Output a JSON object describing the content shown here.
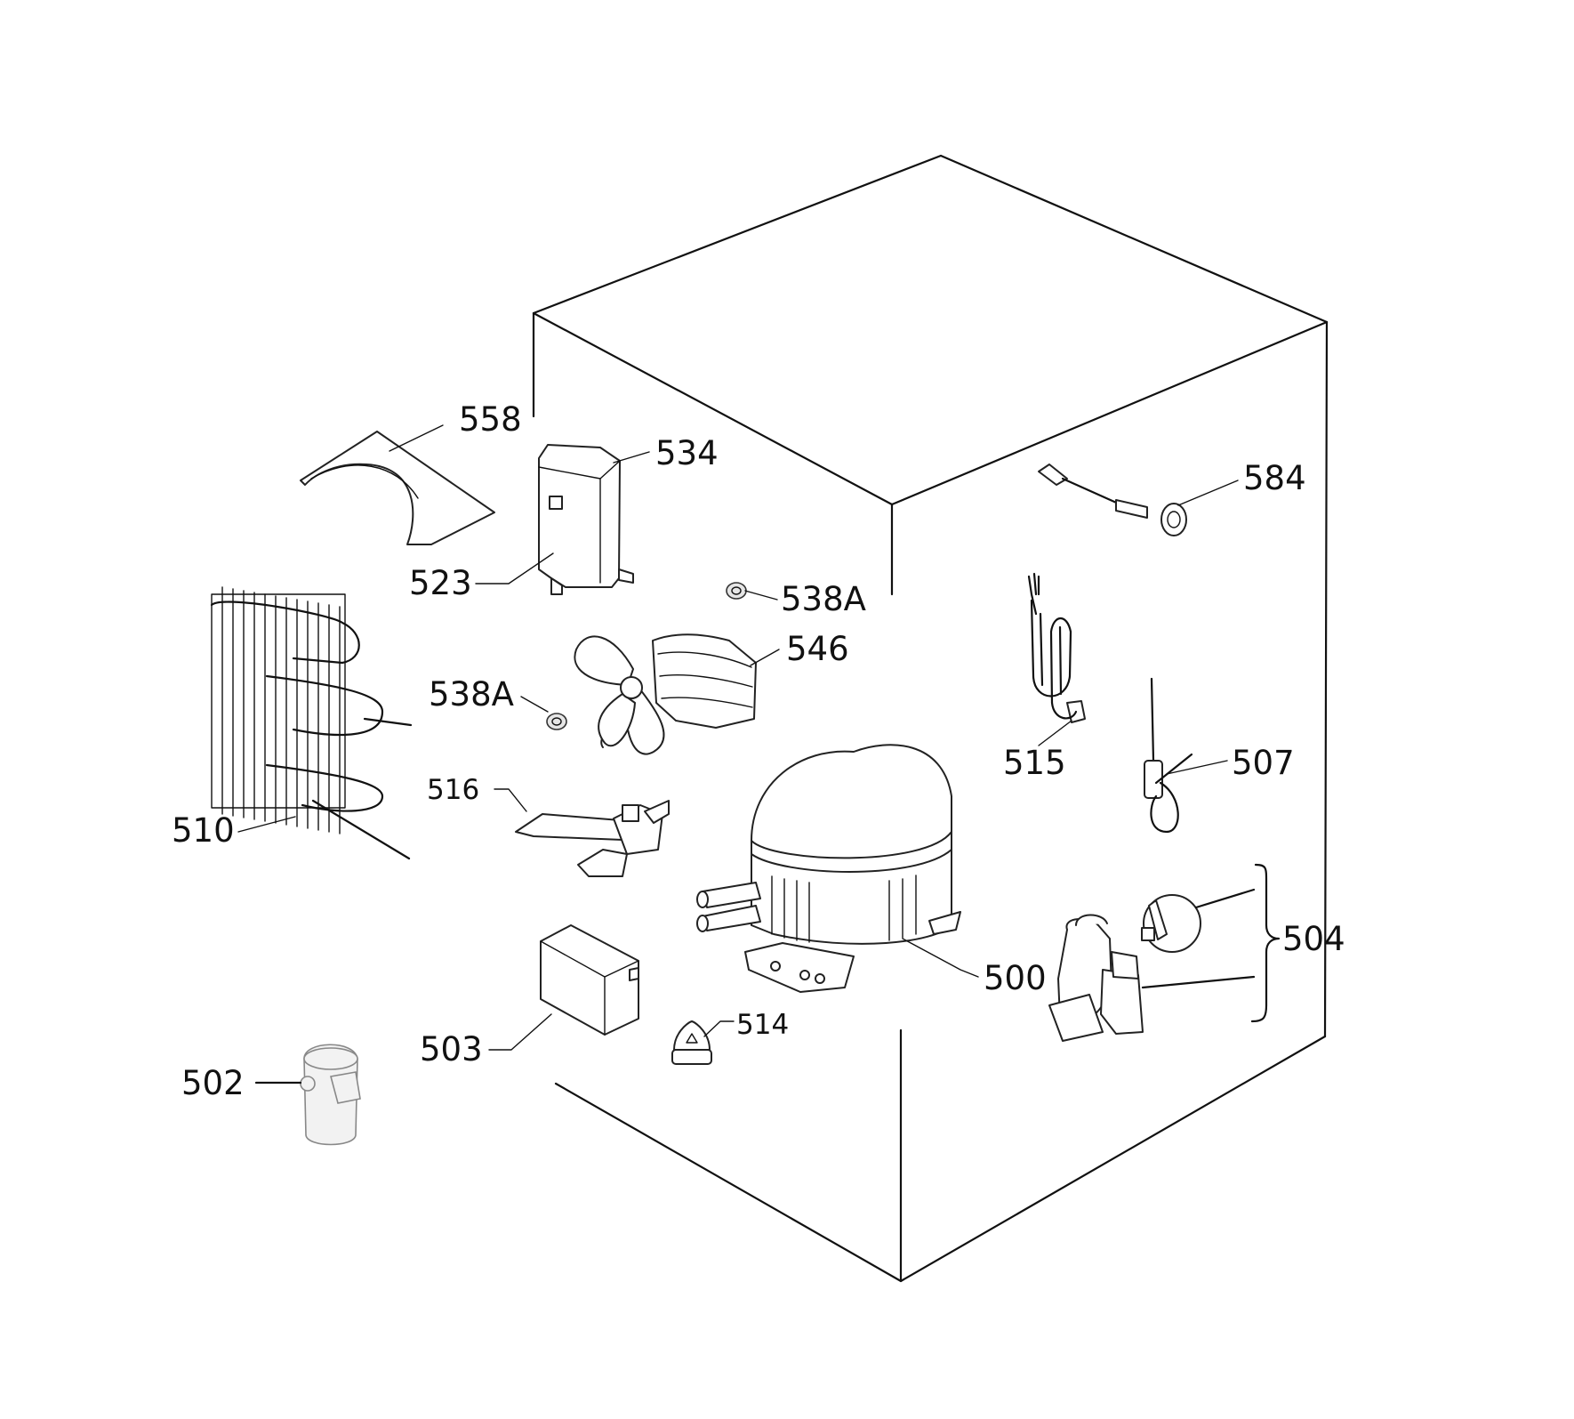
{
  "labels": {
    "l500": "500",
    "l502": "502",
    "l503": "503",
    "l504": "504",
    "l507": "507",
    "l510": "510",
    "l514": "514",
    "l515": "515",
    "l516": "516",
    "l523": "523",
    "l534": "534",
    "l538a_top": "538A",
    "l538a_left": "538A",
    "l546": "546",
    "l558": "558",
    "l584": "584"
  }
}
